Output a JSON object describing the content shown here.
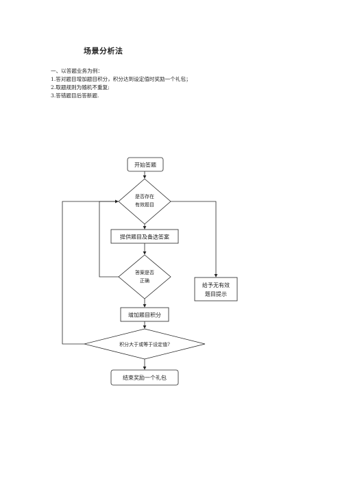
{
  "document": {
    "title": "场景分析法",
    "intro": "一、以答题业务为例：",
    "items": [
      "1.答对题目增加题目积分，积分达到设定值时奖励一个礼包；",
      "2.取题规则为随机不重复;",
      "3.答错题目后答新题."
    ]
  },
  "flowchart": {
    "start": "开始答题",
    "check_question": [
      "是否存在",
      "有效题目"
    ],
    "provide_question": "提供题目及备选答案",
    "check_answer": [
      "答案是否",
      "正确"
    ],
    "add_score": "增加题目积分",
    "check_score": "积分大于或等于设定值?",
    "end_reward": "结束奖励一个礼包",
    "no_question_hint": [
      "给予无有效",
      "题目提示"
    ]
  },
  "colors": {
    "line": "#222222",
    "background": "#ffffff"
  }
}
